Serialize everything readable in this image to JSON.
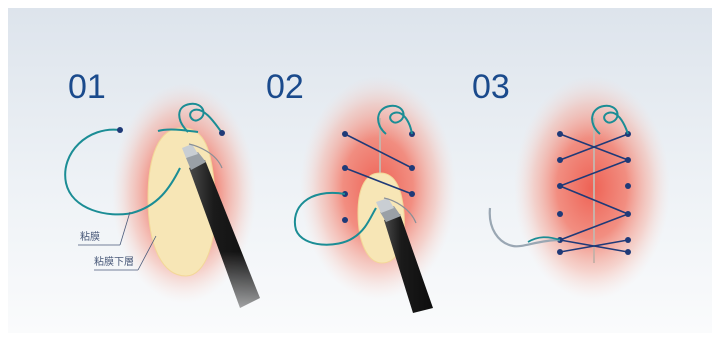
{
  "steps": [
    {
      "number": "01",
      "labels": {
        "mucosa": "粘膜",
        "submucosa": "粘膜下層"
      }
    },
    {
      "number": "02"
    },
    {
      "number": "03"
    }
  ],
  "colors": {
    "background_top": "#dfe6ee",
    "background_bottom": "#f7f9fb",
    "mucosa_red": "#f07a6e",
    "defect_cream": "#f7e6b6",
    "suture_teal": "#1b8d95",
    "stitch_navy": "#1f3a78",
    "step_number": "#1a4a8c",
    "scope_black": "#1b1b1b"
  },
  "icons": [
    "endoscope-icon",
    "suture-needle-icon",
    "stitch-point-icon"
  ]
}
